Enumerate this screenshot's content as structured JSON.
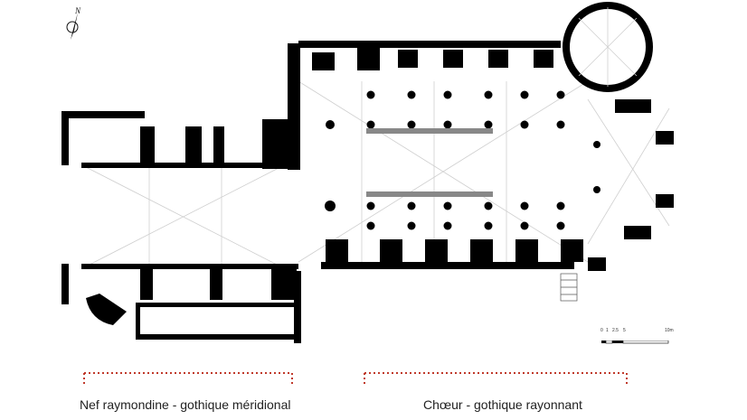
{
  "north_arrow": {
    "label": "N",
    "icon": "north-arrow-icon"
  },
  "scale_bar": {
    "ticks": [
      "0",
      "1",
      "2.5",
      "5",
      "10m"
    ]
  },
  "sections": [
    {
      "caption": "Nef raymondine - gothique méridional",
      "bracket_color": "#c0392b"
    },
    {
      "caption": "Chœur - gothique rayonnant",
      "bracket_color": "#c0392b"
    }
  ],
  "colors": {
    "walls": "#000000",
    "vaults": "#cfcfcf",
    "background": "#ffffff"
  }
}
